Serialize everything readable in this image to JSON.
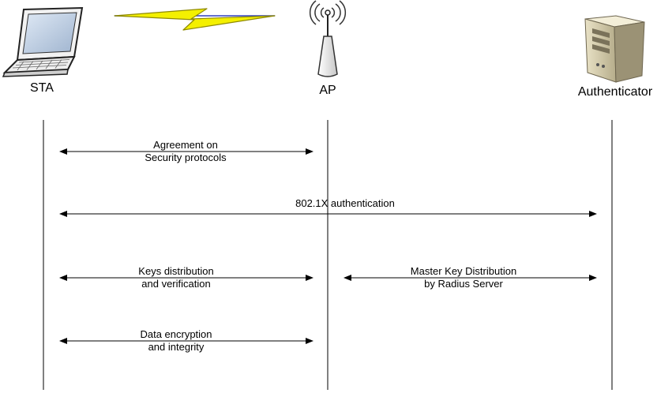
{
  "nodes": {
    "sta": {
      "label": "STA"
    },
    "ap": {
      "label": "AP"
    },
    "authenticator": {
      "label": "Authenticator"
    }
  },
  "messages": [
    {
      "line1": "Agreement on",
      "line2": "Security protocols"
    },
    {
      "line1": "802.1X authentication",
      "line2": ""
    },
    {
      "line1": "Keys distribution",
      "line2": "and verification"
    },
    {
      "line1": "Master Key Distribution",
      "line2": "by Radius Server"
    },
    {
      "line1": "Data encryption",
      "line2": "and integrity"
    }
  ],
  "icons": {
    "sta": "laptop-icon",
    "link": "wireless-link-icon",
    "ap": "access-point-icon",
    "authenticator": "server-tower-icon"
  },
  "colors": {
    "bolt_fill": "#f4f000",
    "bolt_stroke": "#8f8a00",
    "link_line": "#3040c0",
    "line": "#000000"
  }
}
